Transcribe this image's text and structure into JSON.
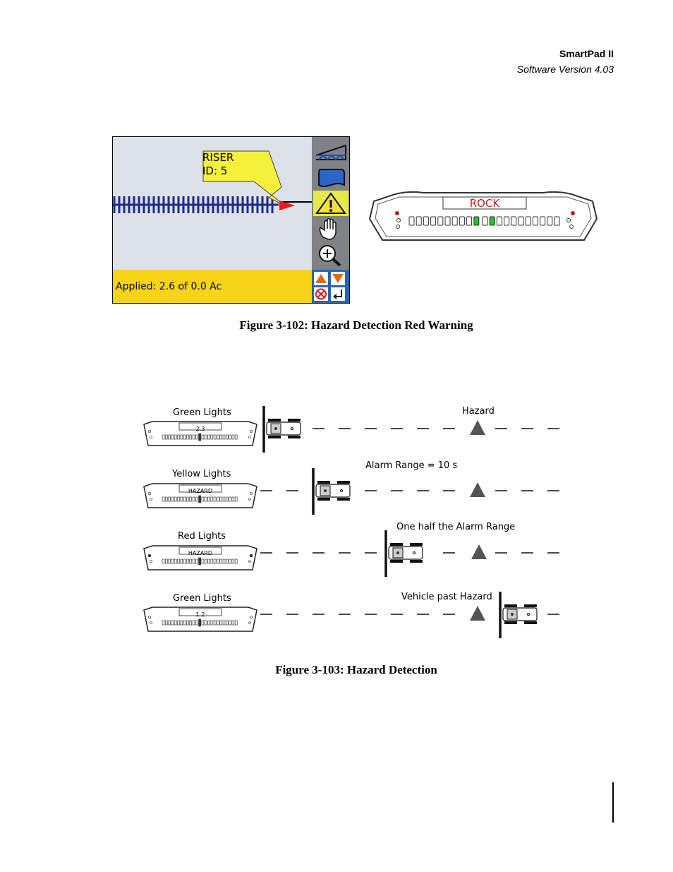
{
  "header": {
    "product": "SmartPad II",
    "version": "Software Version 4.03"
  },
  "figure_102": {
    "caption": "Figure 3-102: Hazard Detection Red Warning",
    "screen": {
      "marker_line1": "RISER",
      "marker_line2": "ID: 5",
      "status": "Applied:  2.6   of   0.0 Ac",
      "toolbar_icons": [
        "boom-icon",
        "field-boundary-icon",
        "warning-icon",
        "hand-icon",
        "zoom-in-icon"
      ],
      "nav_icons": [
        "up-arrow-icon",
        "down-arrow-icon",
        "cancel-icon",
        "enter-icon"
      ],
      "colors": {
        "status_bg": "#f7d417",
        "toolbar": "#7f8388",
        "nav": "#2566b3",
        "swath": "#1e2a8c",
        "marker": "#e21b1b"
      }
    },
    "lightbar": {
      "text": "ROCK",
      "text_color": "#d21a1a",
      "lit_color": "#2bbf2b"
    }
  },
  "figure_103": {
    "caption": "Figure 3-103: Hazard Detection",
    "rows": [
      {
        "light_label": "Green Lights",
        "bar_text": "2.3",
        "note": "Hazard"
      },
      {
        "light_label": "Yellow Lights",
        "bar_text": "HAZARD",
        "note": "Alarm Range = 10 s"
      },
      {
        "light_label": "Red Lights",
        "bar_text": "HAZARD",
        "note": "One half the Alarm Range"
      },
      {
        "light_label": "Green Lights",
        "bar_text": "1.2",
        "note": "Vehicle past Hazard"
      }
    ]
  }
}
